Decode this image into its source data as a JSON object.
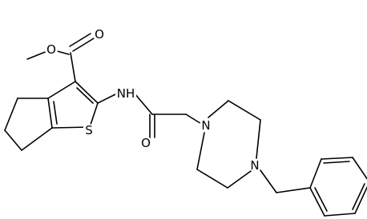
{
  "atom_labels": {
    "ester_carbonyl_o": "O",
    "ester_ether_o": "O",
    "thiophene_s": "S",
    "amide_nh": "NH",
    "amide_o": "O",
    "piperazine_n1": "N",
    "piperazine_n4": "N"
  }
}
